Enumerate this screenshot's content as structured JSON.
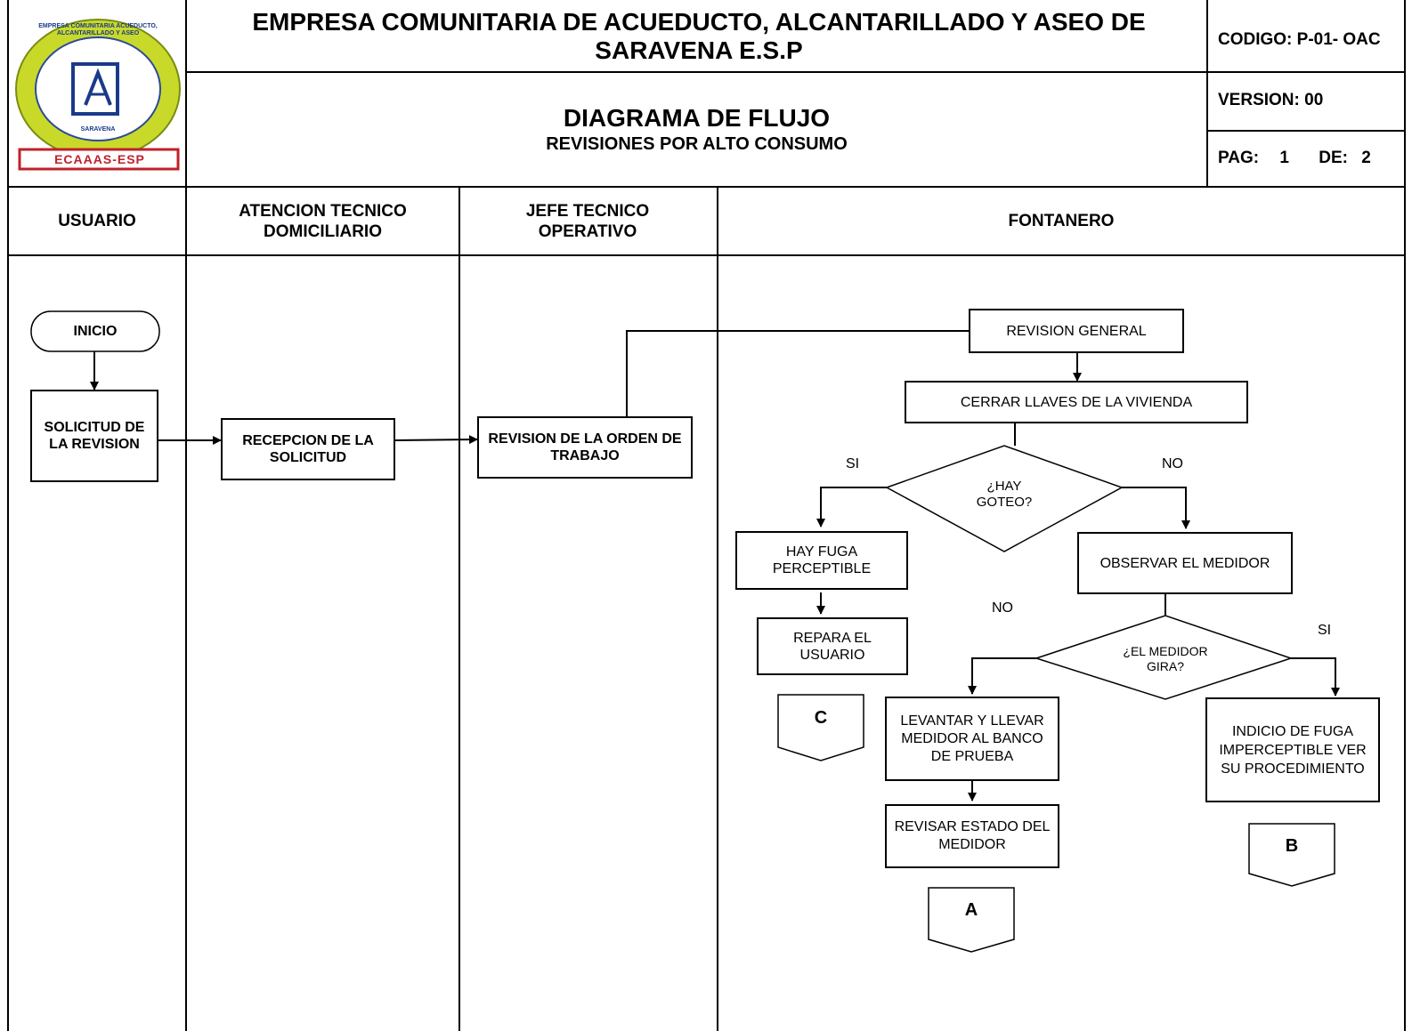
{
  "header": {
    "company": "EMPRESA COMUNITARIA DE ACUEDUCTO, ALCANTARILLADO Y ASEO DE SARAVENA  E.S.P",
    "title": "DIAGRAMA DE FLUJO",
    "subtitle": "REVISIONES POR ALTO CONSUMO",
    "codigo": "CODIGO: P-01- OAC",
    "version": "VERSION: 00",
    "pag_label": "PAG:",
    "pag_num": "1",
    "de_label": "DE:",
    "de_num": "2",
    "logo": {
      "ring_text": "EMPRESA COMUNITARIA ACUEDUCTO, ALCANTARILLADO Y ASEO",
      "city": "SARAVENA",
      "brand": "ECAAAS-ESP"
    }
  },
  "lanes": {
    "usuario": "USUARIO",
    "atencion": "ATENCION TECNICO DOMICILIARIO",
    "jefe": "JEFE TECNICO OPERATIVO",
    "fontanero": "FONTANERO"
  },
  "nodes": {
    "inicio": "INICIO",
    "solicitud": "SOLICITUD DE LA REVISION",
    "recepcion": "RECEPCION DE LA SOLICITUD",
    "orden": "REVISION DE LA ORDEN DE TRABAJO",
    "revision_general": "REVISION GENERAL",
    "cerrar_llaves": "CERRAR LLAVES DE  LA VIVIENDA",
    "hay_goteo": "¿HAY GOTEO?",
    "hay_fuga": "HAY FUGA PERCEPTIBLE",
    "repara": "REPARA EL USUARIO",
    "observar": "OBSERVAR EL MEDIDOR",
    "medidor_gira": "¿EL MEDIDOR GIRA?",
    "levantar": "LEVANTAR  Y LLEVAR MEDIDOR AL BANCO DE PRUEBA",
    "revisar_estado": "REVISAR ESTADO DEL  MEDIDOR",
    "indicio": "INDICIO DE FUGA IMPERCEPTIBLE VER  SU PROCEDIMIENTO",
    "conn_a": "A",
    "conn_b": "B",
    "conn_c": "C"
  },
  "edge_labels": {
    "goteo_si": "SI",
    "goteo_no": "NO",
    "gira_no": "NO",
    "gira_si": "SI"
  }
}
